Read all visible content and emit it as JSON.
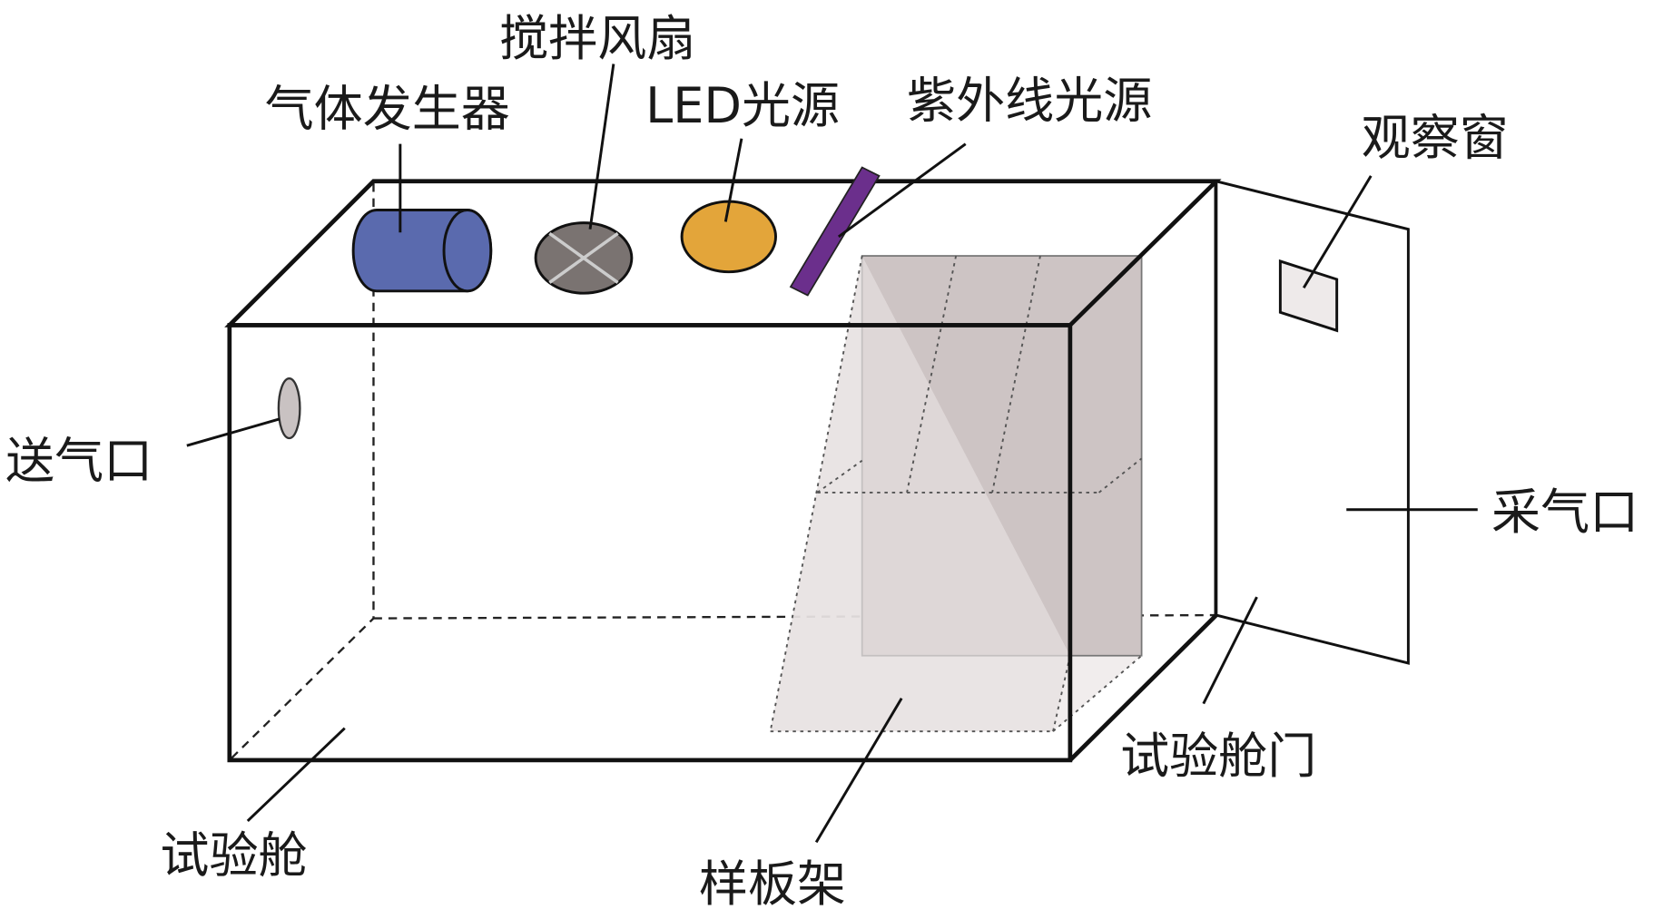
{
  "labels": {
    "gas_generator": "气体发生器",
    "mixing_fan": "搅拌风扇",
    "led_light": "LED光源",
    "uv_light": "紫外线光源",
    "observation_window": "观察窗",
    "air_inlet": "送气口",
    "air_sampling_port": "采气口",
    "chamber_door": "试验舱门",
    "test_chamber": "试验舱",
    "sample_rack": "样板架"
  },
  "colors": {
    "gas_generator": "#5a6aae",
    "mixing_fan": "#7a7371",
    "led_light": "#e3a53a",
    "uv_light": "#6b2f8c",
    "sample_rack": "#cdc4c4",
    "air_inlet": "#c9c2c2"
  }
}
